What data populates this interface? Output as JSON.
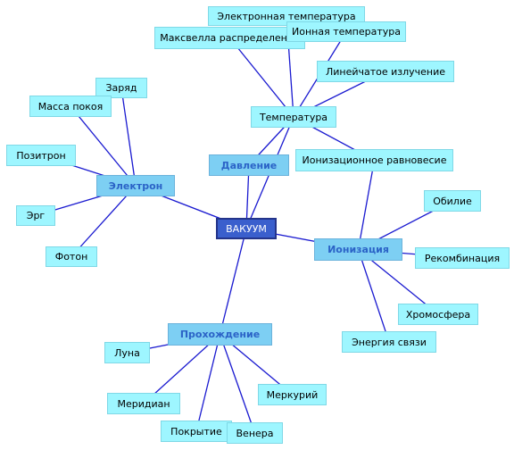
{
  "colors": {
    "link": "#1a1ad0",
    "leaf_fill": "#9ef6ff",
    "category_fill": "#7dcff3",
    "category_text": "#2b63c7",
    "central_fill": "#3a5fcd",
    "central_text": "#ffffff"
  },
  "central": "ВАКУУМ",
  "categories": {
    "electron": "Электрон",
    "pressure": "Давление",
    "ionization": "Ионизация",
    "passage": "Прохождение"
  },
  "leaves": {
    "electron_temperature": "Электронная температура",
    "ion_temperature": "Ионная температура",
    "maxwell_distribution": "Максвелла распределение",
    "line_emission": "Линейчатое излучение",
    "temperature": "Температура",
    "ionization_equilibrium": "Ионизационное равновесие",
    "charge": "Заряд",
    "rest_mass": "Масса покоя",
    "positron": "Позитрон",
    "erg": "Эрг",
    "photon": "Фотон",
    "abundance": "Обилие",
    "recombination": "Рекомбинация",
    "chromosphere": "Хромосфера",
    "binding_energy": "Энергия связи",
    "moon": "Луна",
    "meridian": "Меридиан",
    "mercury": "Меркурий",
    "covering": "Покрытие",
    "venus": "Венера"
  },
  "links": [
    [
      "central",
      "electron"
    ],
    [
      "central",
      "pressure"
    ],
    [
      "central",
      "temperature"
    ],
    [
      "central",
      "ionization"
    ],
    [
      "central",
      "passage"
    ],
    [
      "electron",
      "charge"
    ],
    [
      "electron",
      "rest_mass"
    ],
    [
      "electron",
      "positron"
    ],
    [
      "electron",
      "erg"
    ],
    [
      "electron",
      "photon"
    ],
    [
      "pressure",
      "temperature"
    ],
    [
      "temperature",
      "electron_temperature"
    ],
    [
      "temperature",
      "ion_temperature"
    ],
    [
      "temperature",
      "maxwell_distribution"
    ],
    [
      "temperature",
      "line_emission"
    ],
    [
      "temperature",
      "ionization_equilibrium"
    ],
    [
      "ionization",
      "ionization_equilibrium"
    ],
    [
      "ionization",
      "abundance"
    ],
    [
      "ionization",
      "recombination"
    ],
    [
      "ionization",
      "chromosphere"
    ],
    [
      "ionization",
      "binding_energy"
    ],
    [
      "passage",
      "moon"
    ],
    [
      "passage",
      "meridian"
    ],
    [
      "passage",
      "mercury"
    ],
    [
      "passage",
      "covering"
    ],
    [
      "passage",
      "venus"
    ]
  ]
}
